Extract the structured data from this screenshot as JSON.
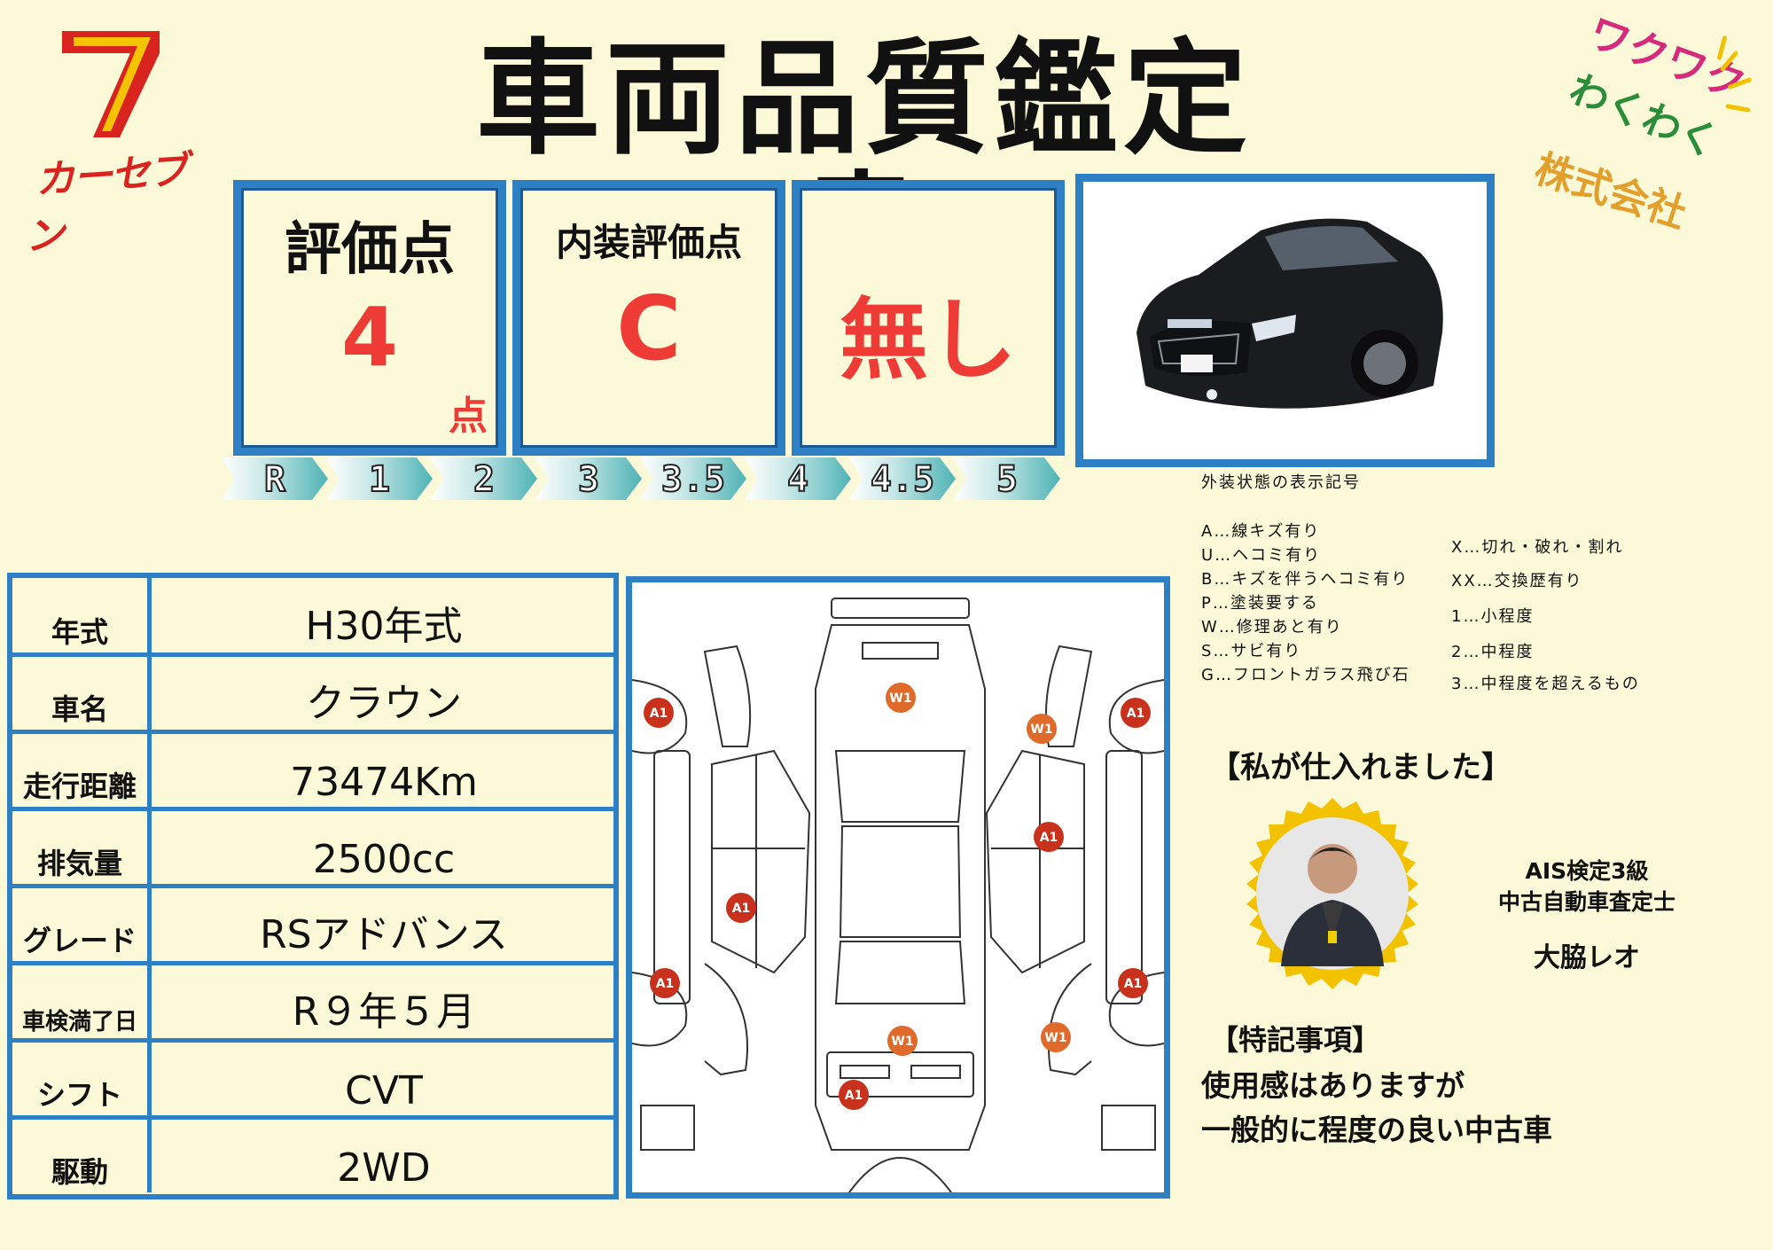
{
  "logo": {
    "text": "カーセブン",
    "brand_color": "#d9231f",
    "accent_color": "#f5c400"
  },
  "title": "車両品質鑑定書",
  "corner": {
    "line1": "ワクワク",
    "line2": "わくわく",
    "line3": "株式会社"
  },
  "score": {
    "label": "評価点",
    "value": "4",
    "unit": "点"
  },
  "interior": {
    "label": "内装評価点",
    "value": "C"
  },
  "accident": {
    "value": "無し"
  },
  "scale": [
    "R",
    "1",
    "2",
    "3",
    "3.5",
    "4",
    "4.5",
    "5"
  ],
  "legend": {
    "title": "外装状態の表示記号",
    "left": [
      "A…線キズ有り",
      "U…ヘコミ有り",
      "B…キズを伴うヘコミ有り",
      "P…塗装要する",
      "W…修理あと有り",
      "S…サビ有り",
      "G…フロントガラス飛び石"
    ],
    "right": [
      "X…切れ・破れ・割れ",
      "XX…交換歴有り",
      "1…小程度",
      "2…中程度",
      "3…中程度を超えるもの"
    ]
  },
  "specs": [
    {
      "label": "年式",
      "value": "H30年式"
    },
    {
      "label": "車名",
      "value": "クラウン"
    },
    {
      "label": "走行距離",
      "value": "73474Km"
    },
    {
      "label": "排気量",
      "value": "2500cc"
    },
    {
      "label": "グレード",
      "value": "RSアドバンス"
    },
    {
      "label": "車検満了日",
      "value": "R９年５月"
    },
    {
      "label": "シフト",
      "value": "CVT"
    },
    {
      "label": "駆動",
      "value": "2WD"
    }
  ],
  "diagram_marks": {
    "a1": "A1",
    "w1": "W1"
  },
  "buyer": {
    "heading": "【私が仕入れました】",
    "cred1": "AIS検定3級",
    "cred2": "中古自動車査定士",
    "name": "大脇レオ"
  },
  "notes": {
    "heading": "【特記事項】",
    "line1": "使用感はありますが",
    "line2": "一般的に程度の良い中古車"
  },
  "colors": {
    "frame_blue": "#2e80c4",
    "value_red": "#ef3b36",
    "background": "#fbf9d8",
    "mark_red": "#c8321c"
  }
}
